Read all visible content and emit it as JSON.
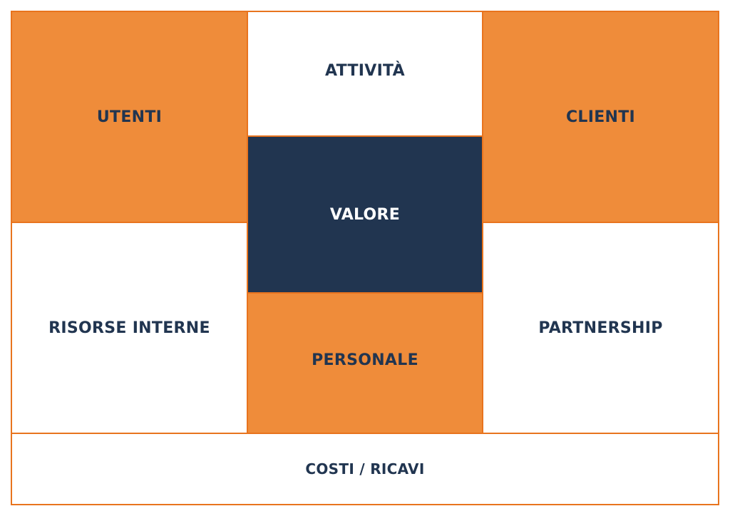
{
  "colors": {
    "orange": "#ef8c3a",
    "border": "#e8741e",
    "navy": "#213550",
    "white": "#ffffff"
  },
  "blocks": {
    "utenti": "UTENTI",
    "attivita": "ATTIVITÀ",
    "clienti": "CLIENTI",
    "valore": "VALORE",
    "risorse_interne": "RISORSE INTERNE",
    "personale": "PERSONALE",
    "partnership": "PARTNERSHIP",
    "costi_ricavi": "COSTI / RICAVI"
  }
}
